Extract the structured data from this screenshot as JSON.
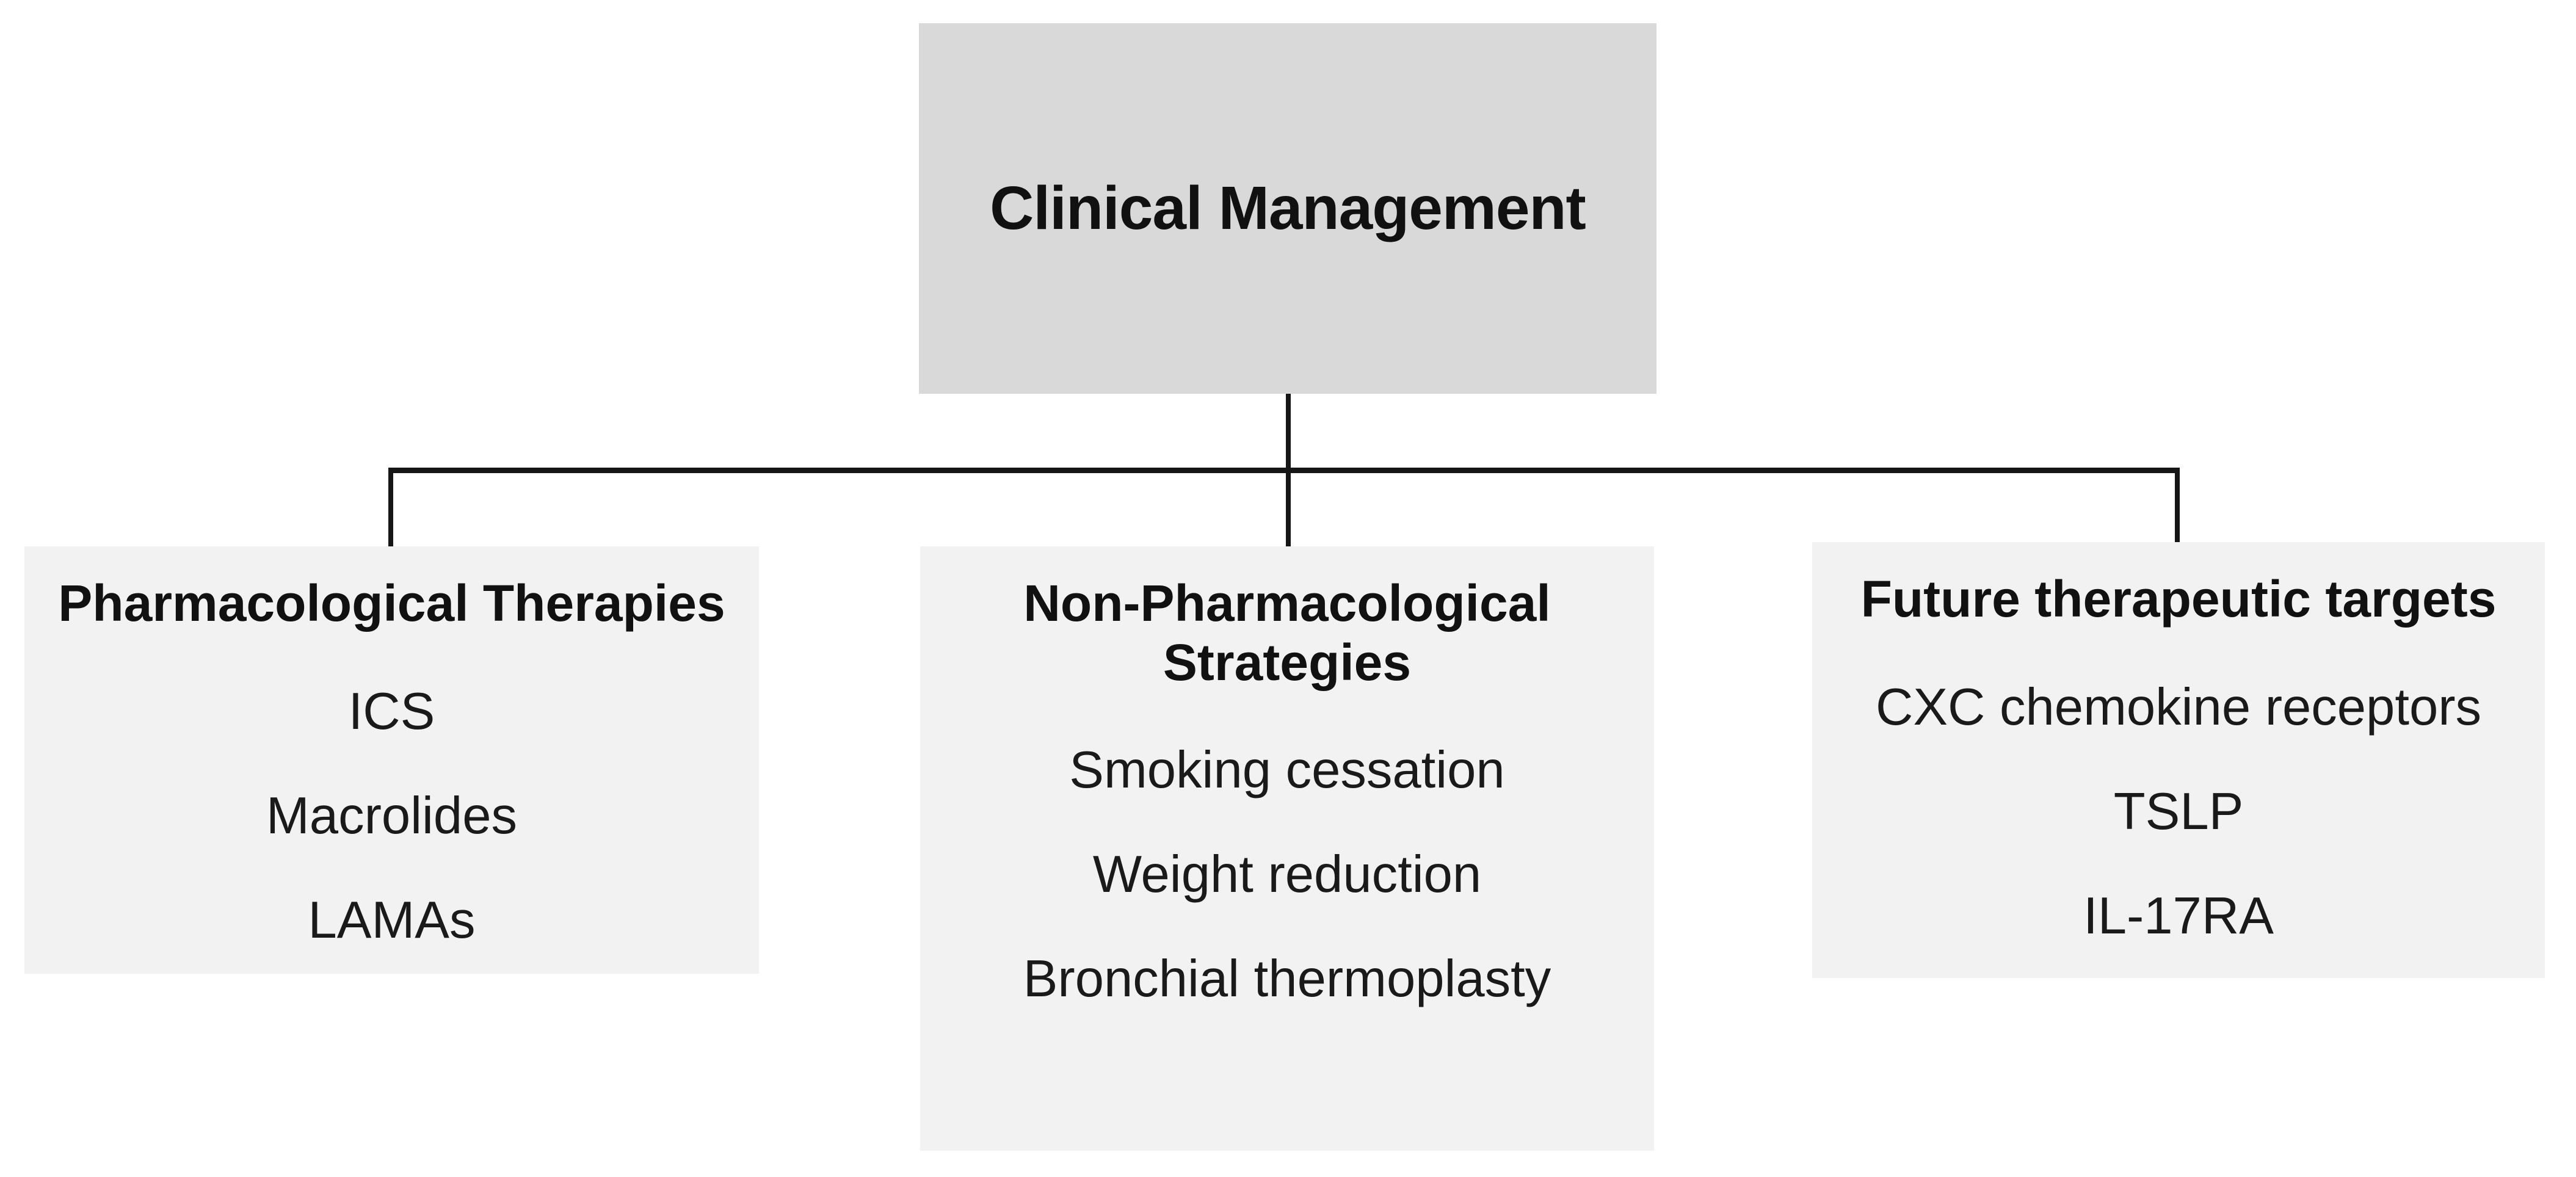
{
  "diagram": {
    "root": {
      "label": "Clinical Management"
    },
    "branches": [
      {
        "title": "Pharmacological Therapies",
        "items": [
          "ICS",
          "Macrolides",
          "LAMAs"
        ]
      },
      {
        "title": "Non-Pharmacological Strategies",
        "items": [
          "Smoking cessation",
          "Weight reduction",
          "Bronchial thermoplasty"
        ]
      },
      {
        "title": "Future therapeutic targets",
        "items": [
          "CXC chemokine receptors",
          "TSLP",
          "IL-17RA"
        ]
      }
    ],
    "colors": {
      "background": "#ffffff",
      "root_fill": "#d9d9d9",
      "branch_fill": "#f2f2f2",
      "line": "#161616",
      "text": "#1a1a1a"
    }
  }
}
